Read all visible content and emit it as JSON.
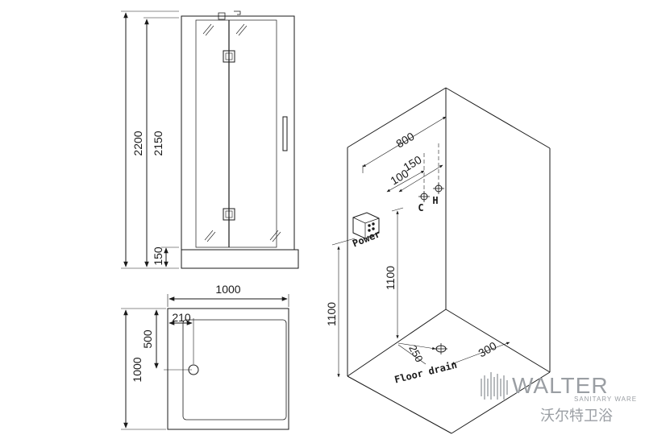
{
  "front_view": {
    "dims": {
      "total_height": "2200",
      "door_height": "2150",
      "tray_height": "150"
    }
  },
  "plan_view": {
    "dims": {
      "width": "1000",
      "depth": "1000",
      "drain_offset_y": "500",
      "drain_offset_x": "210"
    }
  },
  "iso_view": {
    "dims": {
      "wall_width": "800",
      "tap_span": "150",
      "tap_offset": "100",
      "tap_height": "1100",
      "power_height": "1100",
      "drain_from_wall": "250",
      "drain_side": "300"
    },
    "labels": {
      "power": "Power",
      "floor_drain": "Floor drain",
      "cold": "C",
      "hot": "H"
    }
  },
  "brand": {
    "name": "WALTER",
    "subtitle": "SANITARY WARE",
    "chinese": "沃尔特卫浴"
  },
  "colors": {
    "line": "#1a1a1a",
    "logo": "#9a9ea3"
  }
}
